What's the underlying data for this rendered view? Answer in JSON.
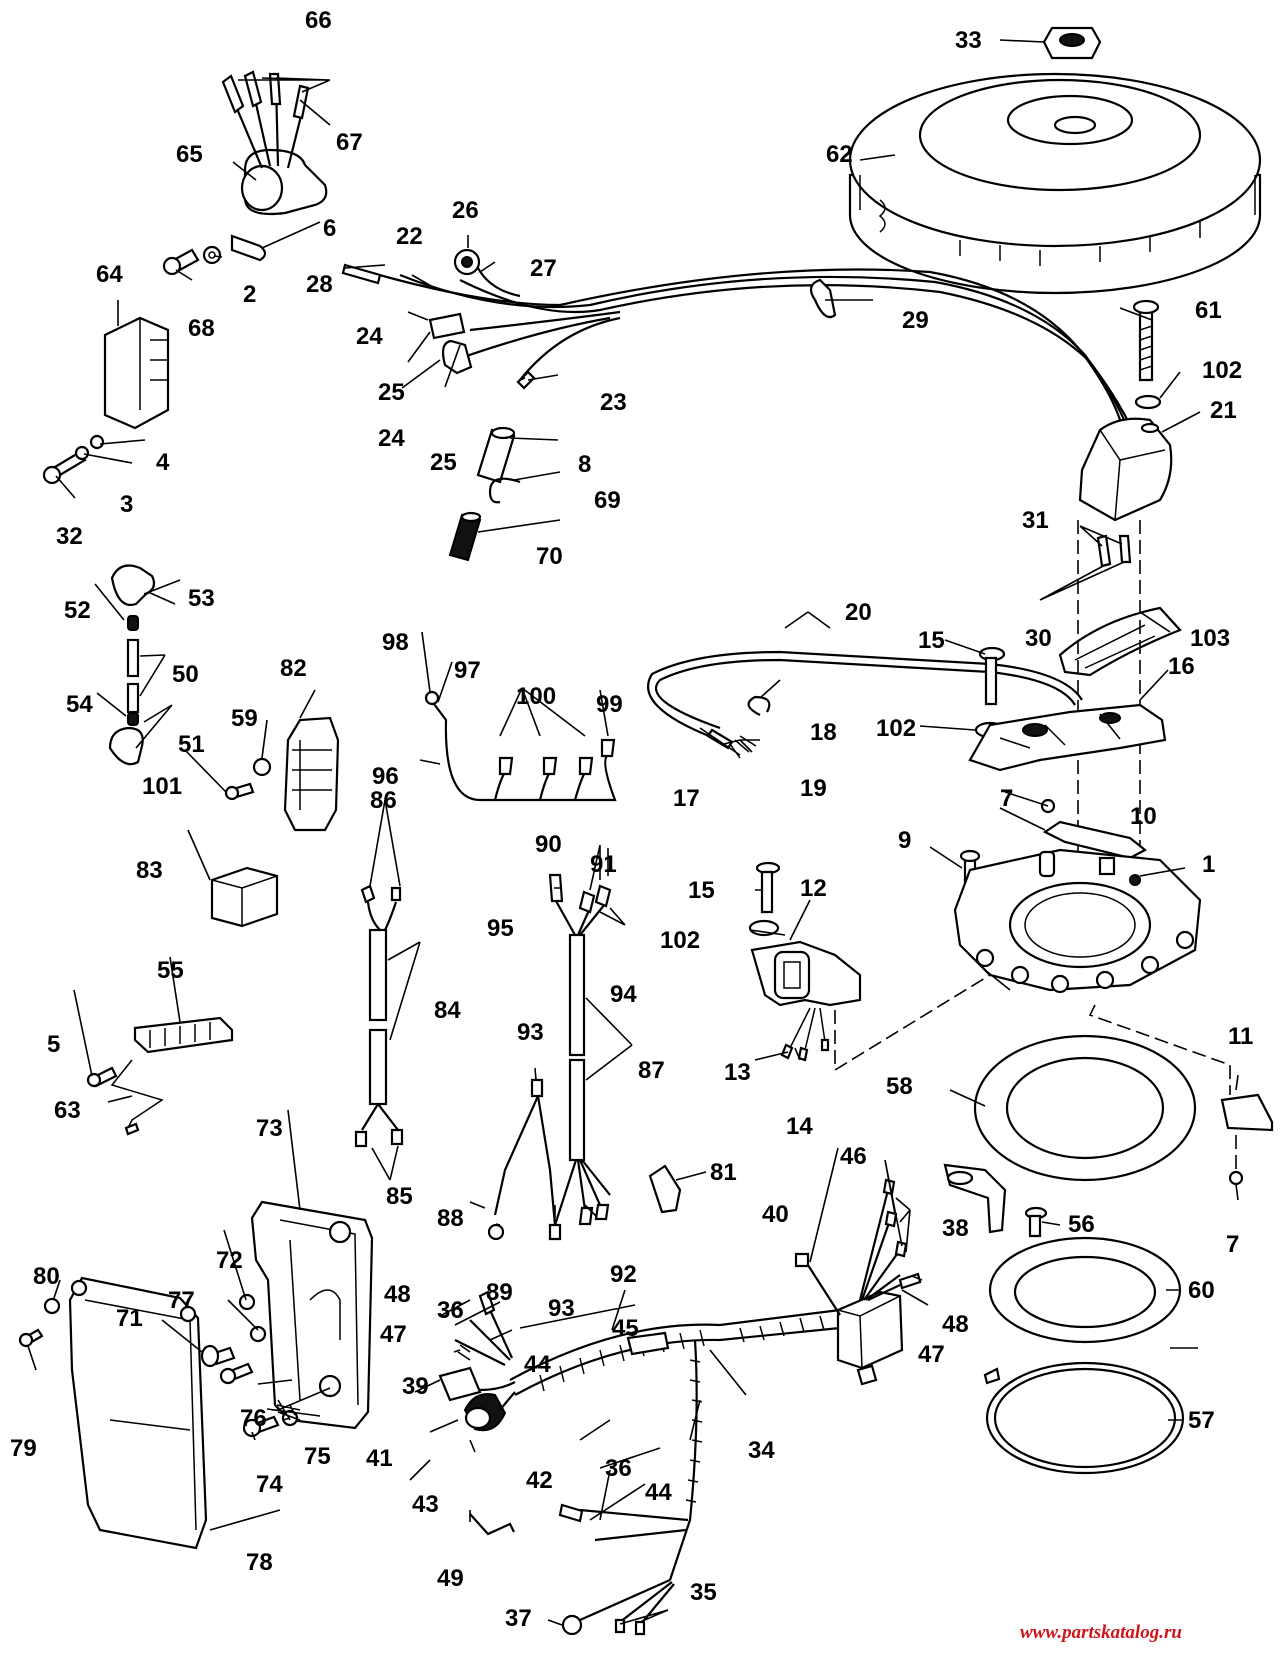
{
  "diagram": {
    "title": "Ignition system exploded parts diagram",
    "watermark": "www.partskatalog.ru",
    "colors": {
      "ink": "#000000",
      "paper": "#ffffff",
      "watermark": "#d0141b"
    },
    "callouts": {
      "c1": "1",
      "c2": "2",
      "c3": "3",
      "c4": "4",
      "c5": "5",
      "c6": "6",
      "c7a": "7",
      "c7b": "7",
      "c8": "8",
      "c9": "9",
      "c10": "10",
      "c11": "11",
      "c12": "12",
      "c13": "13",
      "c14": "14",
      "c15a": "15",
      "c15b": "15",
      "c16": "16",
      "c17": "17",
      "c18": "18",
      "c19": "19",
      "c20": "20",
      "c21": "21",
      "c22": "22",
      "c23": "23",
      "c24a": "24",
      "c24b": "24",
      "c25a": "25",
      "c25b": "25",
      "c26": "26",
      "c27": "27",
      "c28": "28",
      "c29": "29",
      "c30": "30",
      "c31": "31",
      "c32": "32",
      "c33": "33",
      "c34": "34",
      "c35": "35",
      "c36a": "36",
      "c36b": "36",
      "c37": "37",
      "c38": "38",
      "c39": "39",
      "c40": "40",
      "c41": "41",
      "c42": "42",
      "c43": "43",
      "c44a": "44",
      "c44b": "44",
      "c45": "45",
      "c46": "46",
      "c47a": "47",
      "c47b": "47",
      "c48a": "48",
      "c48b": "48",
      "c49": "49",
      "c50": "50",
      "c51": "51",
      "c52": "52",
      "c53": "53",
      "c54": "54",
      "c55": "55",
      "c56": "56",
      "c57": "57",
      "c58": "58",
      "c59": "59",
      "c60": "60",
      "c61": "61",
      "c62": "62",
      "c63": "63",
      "c64": "64",
      "c65": "65",
      "c66": "66",
      "c67": "67",
      "c68": "68",
      "c69": "69",
      "c70": "70",
      "c71": "71",
      "c72": "72",
      "c73": "73",
      "c74": "74",
      "c75": "75",
      "c76": "76",
      "c77": "77",
      "c78": "78",
      "c79": "79",
      "c80": "80",
      "c81": "81",
      "c82": "82",
      "c83": "83",
      "c84": "84",
      "c85": "85",
      "c86": "86",
      "c87": "87",
      "c88": "88",
      "c89": "89",
      "c90": "90",
      "c91": "91",
      "c92": "92",
      "c93a": "93",
      "c93b": "93",
      "c94": "94",
      "c95": "95",
      "c96": "96",
      "c97": "97",
      "c98": "98",
      "c99": "99",
      "c100": "100",
      "c101": "101",
      "c102a": "102",
      "c102b": "102",
      "c102c": "102",
      "c103": "103"
    }
  }
}
